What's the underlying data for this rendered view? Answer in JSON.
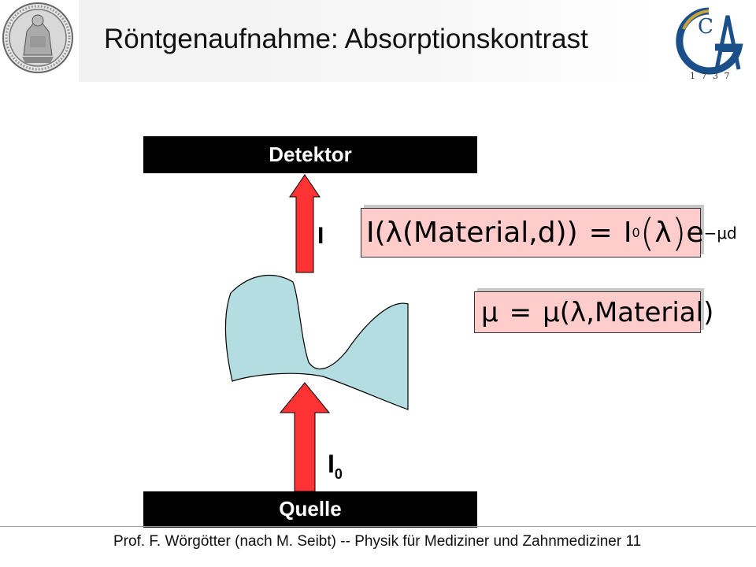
{
  "slide": {
    "title": "Röntgenaufnahme: Absorptionskontrast",
    "footer": "Prof. F. Wörgötter (nach M. Seibt) -- Physik für Mediziner und Zahnmediziner",
    "page_number": "11"
  },
  "diagram": {
    "detector_label": "Detektor",
    "source_label": "Quelle",
    "incident_intensity": {
      "symbol": "I",
      "subscript": "0"
    },
    "transmitted_intensity": "I",
    "arrow_color": "#ff3333",
    "object_color": "#b4dde2",
    "bar_color": "#000000"
  },
  "equations": {
    "intensity": {
      "lhs": "I(λ(Material,d))",
      "equals": "=",
      "i": "I",
      "i_sub": "0",
      "lambda": "λ",
      "exp_base": "e",
      "exponent": "−μd"
    },
    "mu": {
      "lhs": "μ",
      "equals": "=",
      "rhs": "μ(λ,Material)"
    },
    "box_color": "#ffcccc"
  },
  "logos": {
    "left": "university-seal-icon",
    "right": "goettingen-1737-logo-icon",
    "right_year": "1 7 3 7"
  }
}
